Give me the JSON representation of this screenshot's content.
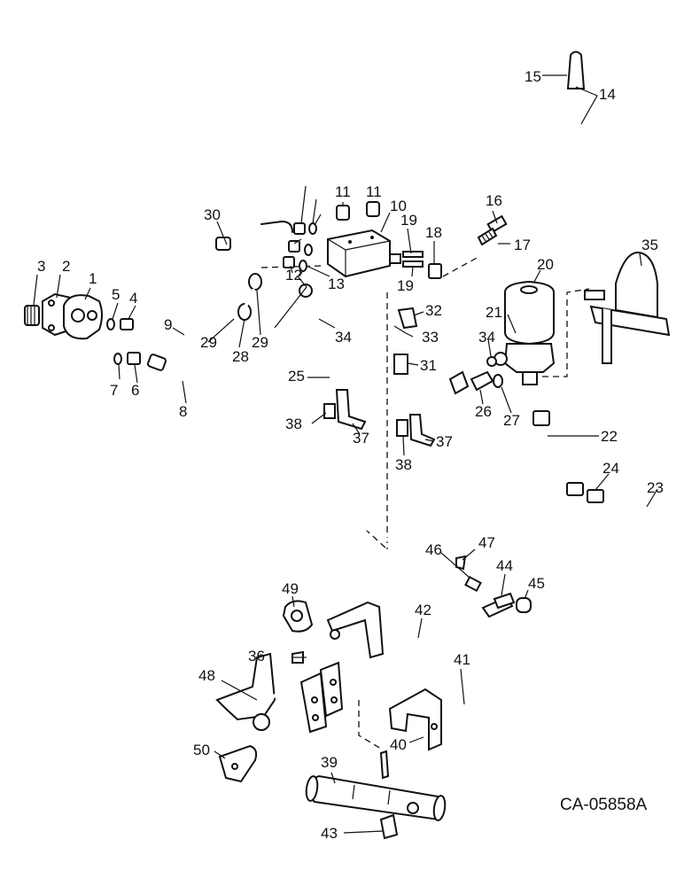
{
  "diagram": {
    "drawing_code": "CA-05858A",
    "callouts": [
      "1",
      "2",
      "3",
      "4",
      "5",
      "6",
      "7",
      "8",
      "9",
      "10",
      "11",
      "12",
      "13",
      "14",
      "15",
      "16",
      "17",
      "18",
      "19",
      "20",
      "21",
      "22",
      "23",
      "24",
      "25",
      "26",
      "27",
      "28",
      "29",
      "30",
      "31",
      "32",
      "33",
      "34",
      "35",
      "36",
      "37",
      "38",
      "39",
      "40",
      "41",
      "42",
      "43",
      "44",
      "45",
      "46",
      "47",
      "48",
      "49",
      "50"
    ]
  }
}
